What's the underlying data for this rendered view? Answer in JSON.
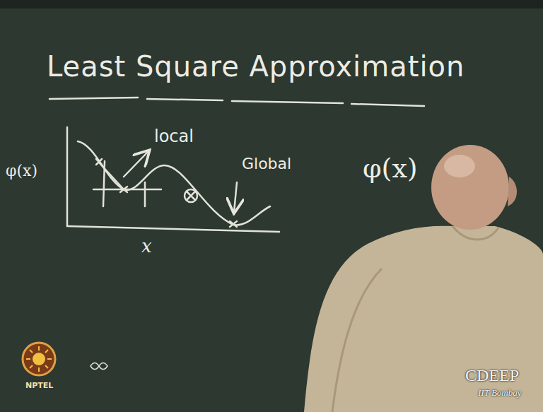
{
  "diagram": {
    "title": "Least Square Approximation",
    "labels": [
      "φ(x)",
      "local",
      "Global",
      "φ(x)",
      "x",
      "NPTEL",
      "CDEEP",
      "IIT Bombay"
    ]
  }
}
